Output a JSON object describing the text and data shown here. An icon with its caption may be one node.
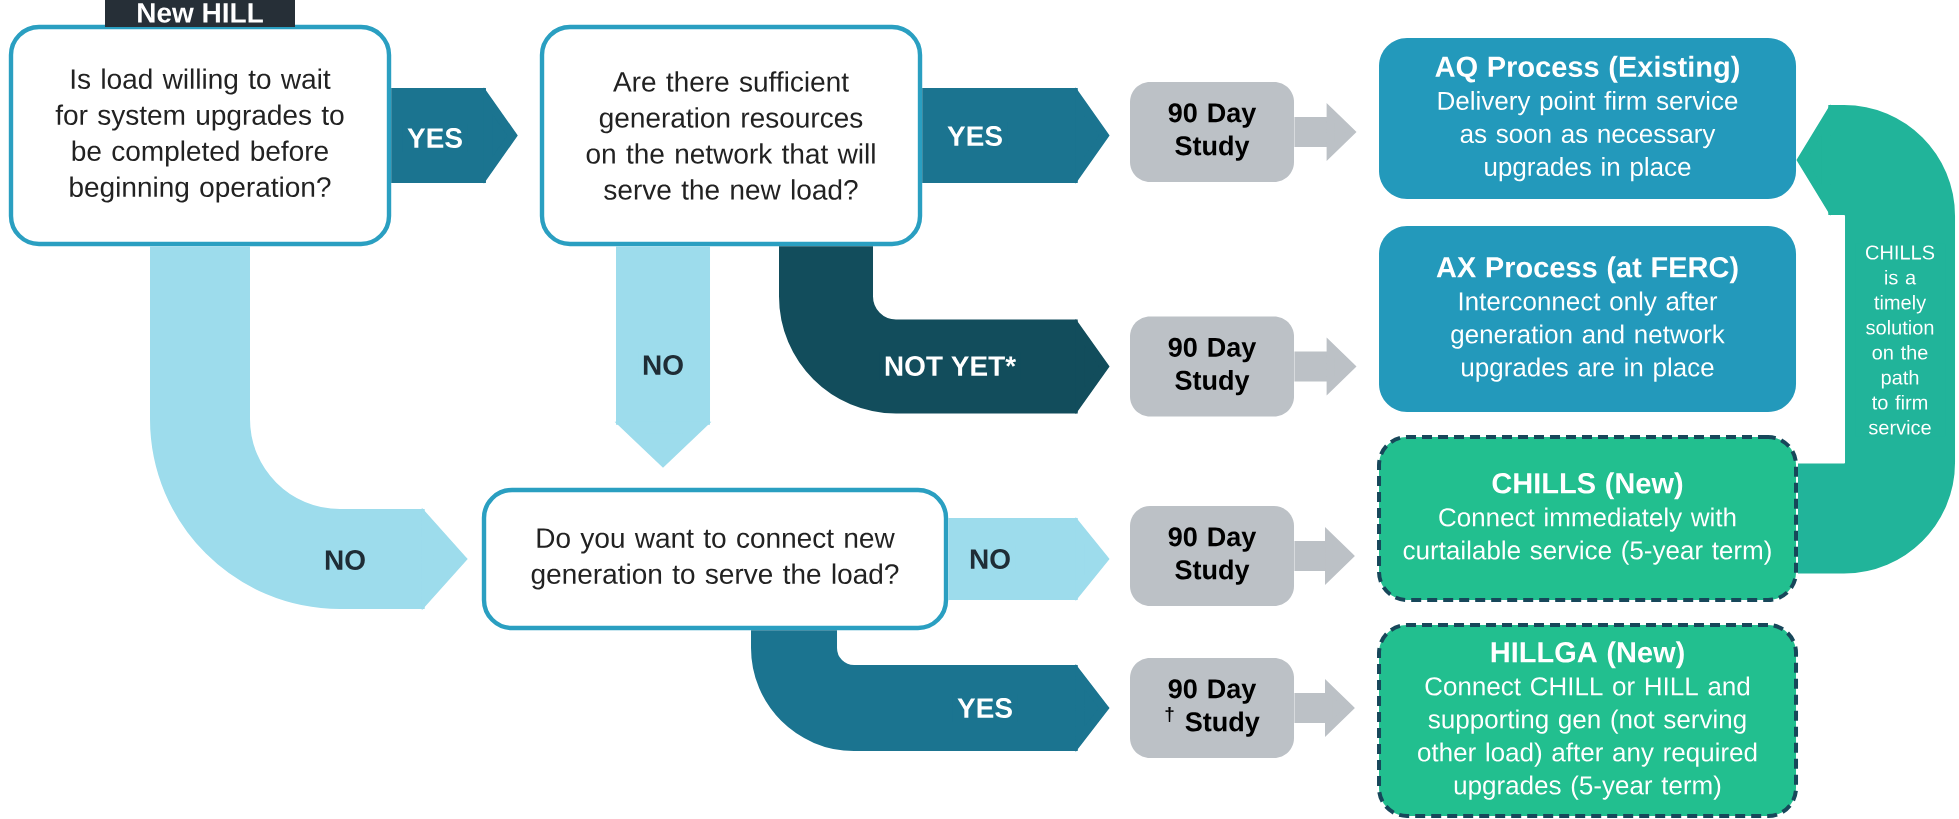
{
  "diagram": {
    "nodes": [
      {
        "text": [
          "New HILL",
          "Is load willing to wait for system upgrades to be completed before beginning operation?"
        ]
      },
      {
        "text": [
          "Are there sufficient generation resources on the network that will serve the new load?"
        ]
      },
      {
        "text": [
          "Do you want to connect new generation to serve the load?"
        ]
      },
      {
        "text": [
          "90 Day Study"
        ]
      },
      {
        "text": [
          "90 Day Study"
        ]
      },
      {
        "text": [
          "90 Day Study"
        ]
      },
      {
        "text": [
          "90 Day $^{†}$ Study"
        ]
      },
      {
        "text": [
          "AQ Process (Existing)",
          "Delivery point firm service as soon as necessary upgrades in place"
        ]
      },
      {
        "text": [
          "AX Process (at FERC)",
          "Interconnect only after generation and network upgrades are in place"
        ]
      },
      {
        "text": [
          "CHILLS (New)",
          "Connect immediately with curtailable service (5-year term)"
        ]
      },
      {
        "text": [
          "HILLGA (New)",
          "Connect CHILL or HILL and supporting gen (not serving other load) after any required upgrades (5-year term)"
        ]
      }
    ],
    "edges": [
      {
        "from": 0,
        "to": 1,
        "arrow": "to",
        "label": "YES",
        "color": "#1b7490"
      },
      {
        "from": 1,
        "to": 3,
        "arrow": "to",
        "label": "YES",
        "color": "#1b7490"
      },
      {
        "from": 1,
        "to": 4,
        "arrow": "to",
        "label": "NOT YET*",
        "color": "#124d5c"
      },
      {
        "from": 1,
        "to": 2,
        "arrow": "to",
        "label": "NO",
        "color": "#9ddcec"
      },
      {
        "from": 0,
        "to": 2,
        "arrow": "to",
        "label": "NO",
        "color": "#9ddcec"
      },
      {
        "from": 2,
        "to": 5,
        "arrow": "to",
        "label": "NO",
        "color": "#9ddcec"
      },
      {
        "from": 2,
        "to": 6,
        "arrow": "to",
        "label": "YES",
        "color": "#1b7490"
      },
      {
        "from": 3,
        "to": 7,
        "arrow": "to",
        "color": "#bcc1c6"
      },
      {
        "from": 4,
        "to": 8,
        "arrow": "to",
        "color": "#bcc1c6"
      },
      {
        "from": 5,
        "to": 9,
        "arrow": "to",
        "color": "#bcc1c6"
      },
      {
        "from": 6,
        "to": 10,
        "arrow": "to",
        "color": "#bcc1c6"
      },
      {
        "from": 9,
        "to": 7,
        "arrow": "to",
        "label": "CHILLS is a timely solution on the path to firm service",
        "color": "#21b49a"
      }
    ]
  }
}
